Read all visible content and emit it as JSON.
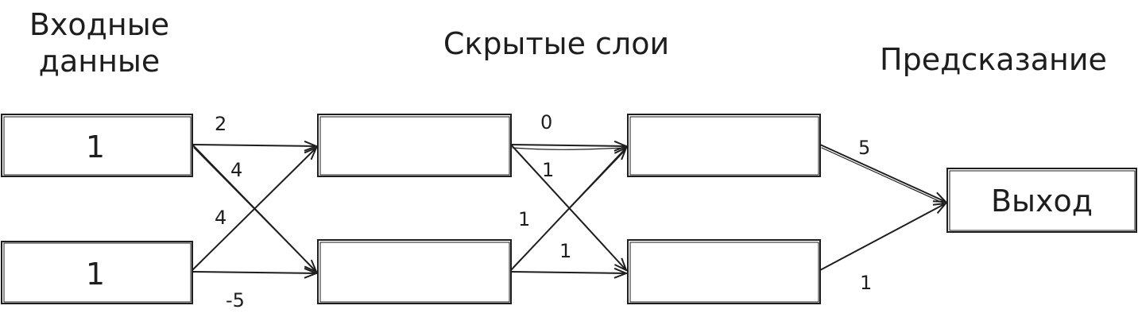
{
  "headings": {
    "input_line1": "Входные",
    "input_line2": "данные",
    "hidden": "Скрытые слои",
    "prediction": "Предсказание"
  },
  "nodes": {
    "input_top": "1",
    "input_bottom": "1",
    "hidden1_top": "",
    "hidden1_bottom": "",
    "hidden2_top": "",
    "hidden2_bottom": "",
    "output": "Выход"
  },
  "weights": {
    "in_top_to_h1_top": "2",
    "in_top_to_h1_bottom": "4",
    "in_bottom_to_h1_top": "4",
    "in_bottom_to_h1_bottom": "-5",
    "h1_top_to_h2_top": "0",
    "h1_top_to_h2_bottom": "1",
    "h1_bottom_to_h2_top": "1",
    "h1_bottom_to_h2_bottom": "1",
    "h2_top_to_out": "5",
    "h2_bottom_to_out": "1"
  },
  "colors": {
    "stroke": "#1e1e1e",
    "background": "#ffffff"
  }
}
